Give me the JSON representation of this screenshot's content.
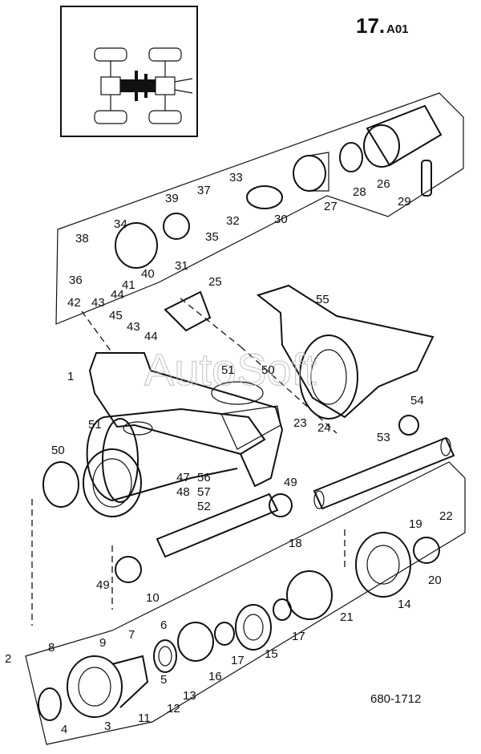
{
  "header": {
    "section_number": "17.",
    "section_code": "A01"
  },
  "watermark": "AutoSoft",
  "drawing_number": "680-1712",
  "parts": [
    {
      "id": "p1",
      "label": "1"
    },
    {
      "id": "p2",
      "label": "2"
    },
    {
      "id": "p3",
      "label": "3"
    },
    {
      "id": "p4",
      "label": "4"
    },
    {
      "id": "p5",
      "label": "5"
    },
    {
      "id": "p6",
      "label": "6"
    },
    {
      "id": "p7",
      "label": "7"
    },
    {
      "id": "p8",
      "label": "8"
    },
    {
      "id": "p9",
      "label": "9"
    },
    {
      "id": "p10",
      "label": "10"
    },
    {
      "id": "p11",
      "label": "11"
    },
    {
      "id": "p12",
      "label": "12"
    },
    {
      "id": "p13",
      "label": "13"
    },
    {
      "id": "p14",
      "label": "14"
    },
    {
      "id": "p15",
      "label": "15"
    },
    {
      "id": "p16",
      "label": "16"
    },
    {
      "id": "p17a",
      "label": "17"
    },
    {
      "id": "p17b",
      "label": "17"
    },
    {
      "id": "p18",
      "label": "18"
    },
    {
      "id": "p19",
      "label": "19"
    },
    {
      "id": "p20",
      "label": "20"
    },
    {
      "id": "p21",
      "label": "21"
    },
    {
      "id": "p22",
      "label": "22"
    },
    {
      "id": "p23",
      "label": "23"
    },
    {
      "id": "p24",
      "label": "24"
    },
    {
      "id": "p25",
      "label": "25"
    },
    {
      "id": "p26",
      "label": "26"
    },
    {
      "id": "p27",
      "label": "27"
    },
    {
      "id": "p28",
      "label": "28"
    },
    {
      "id": "p29",
      "label": "29"
    },
    {
      "id": "p30",
      "label": "30"
    },
    {
      "id": "p31",
      "label": "31"
    },
    {
      "id": "p32",
      "label": "32"
    },
    {
      "id": "p33",
      "label": "33"
    },
    {
      "id": "p34",
      "label": "34"
    },
    {
      "id": "p35",
      "label": "35"
    },
    {
      "id": "p36",
      "label": "36"
    },
    {
      "id": "p37",
      "label": "37"
    },
    {
      "id": "p38",
      "label": "38"
    },
    {
      "id": "p39",
      "label": "39"
    },
    {
      "id": "p40",
      "label": "40"
    },
    {
      "id": "p41",
      "label": "41"
    },
    {
      "id": "p42",
      "label": "42"
    },
    {
      "id": "p43a",
      "label": "43"
    },
    {
      "id": "p43b",
      "label": "43"
    },
    {
      "id": "p44a",
      "label": "44"
    },
    {
      "id": "p44b",
      "label": "44"
    },
    {
      "id": "p45",
      "label": "45"
    },
    {
      "id": "p47",
      "label": "47"
    },
    {
      "id": "p48",
      "label": "48"
    },
    {
      "id": "p49a",
      "label": "49"
    },
    {
      "id": "p49b",
      "label": "49"
    },
    {
      "id": "p50a",
      "label": "50"
    },
    {
      "id": "p50b",
      "label": "50"
    },
    {
      "id": "p51a",
      "label": "51"
    },
    {
      "id": "p51b",
      "label": "51"
    },
    {
      "id": "p52",
      "label": "52"
    },
    {
      "id": "p53",
      "label": "53"
    },
    {
      "id": "p54",
      "label": "54"
    },
    {
      "id": "p55",
      "label": "55"
    },
    {
      "id": "p56",
      "label": "56"
    },
    {
      "id": "p57",
      "label": "57"
    }
  ]
}
